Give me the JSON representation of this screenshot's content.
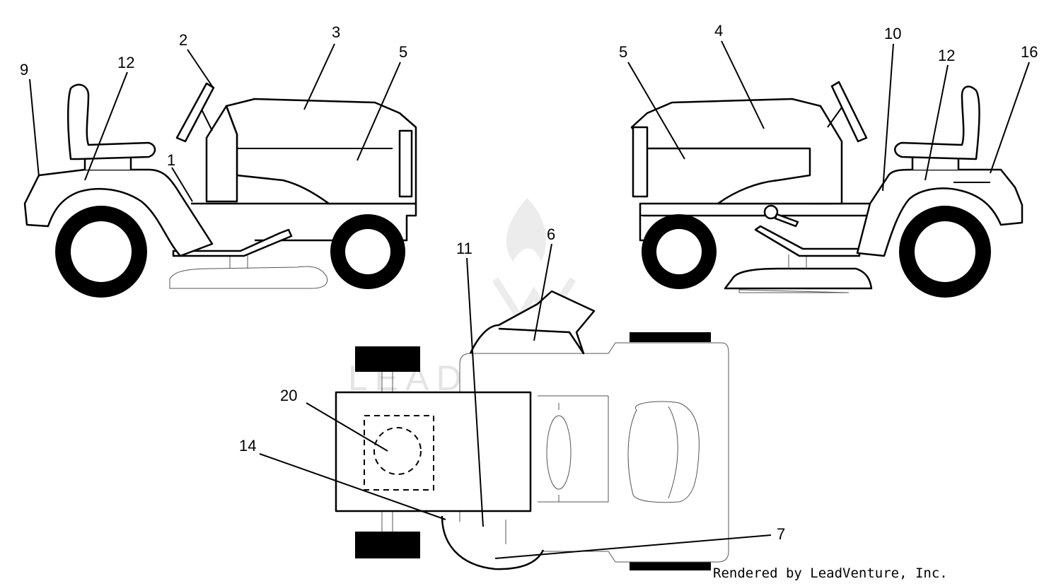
{
  "watermark": {
    "text": "LEADVENTURE"
  },
  "credit": "Rendered by LeadVenture, Inc.",
  "callouts": {
    "left_view": [
      "9",
      "12",
      "2",
      "3",
      "5",
      "1"
    ],
    "right_view": [
      "5",
      "4",
      "10",
      "12",
      "16"
    ],
    "top_view": [
      "6",
      "11",
      "20",
      "14",
      "7"
    ]
  }
}
